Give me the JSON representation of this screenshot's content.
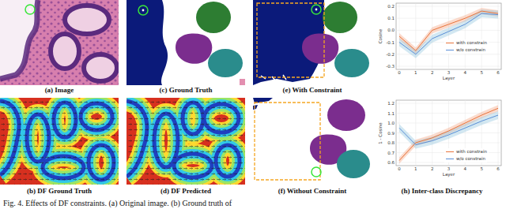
{
  "diagram": {
    "caption": "Fig. 4. Effects of DF constraints. (a) Original image. (b) Ground truth of",
    "nodes": [
      {
        "text": [
          "(a) Image"
        ]
      },
      {
        "text": [
          "(c) Ground Truth"
        ]
      },
      {
        "text": [
          "(e) With Constraint"
        ]
      },
      {
        "text": [
          "(b) DF Ground Truth"
        ]
      },
      {
        "text": [
          "(d) DF Predicted"
        ]
      },
      {
        "text": [
          "(f) Without Constraint"
        ]
      },
      {
        "text": [
          "(h) Inter-class Discrepancy"
        ]
      }
    ],
    "labels": [
      "Cosine",
      "0.2",
      "0.1",
      "0.0",
      "-0.1",
      "-0.2",
      "-0.3",
      "0",
      "1",
      "2",
      "3",
      "4",
      "5",
      "6",
      "Layer",
      "1 - Cosine",
      "1.2",
      "1.1",
      "1.0",
      "0.9",
      "0.8",
      "0.7",
      "0.6",
      "0",
      "1",
      "2",
      "3",
      "4",
      "5",
      "6",
      "Layer"
    ],
    "legend": [
      {
        "text": "with constrain"
      },
      {
        "text": "w/o constrain"
      },
      {
        "text": "with constrain"
      },
      {
        "text": "w/o constrain"
      }
    ]
  }
}
